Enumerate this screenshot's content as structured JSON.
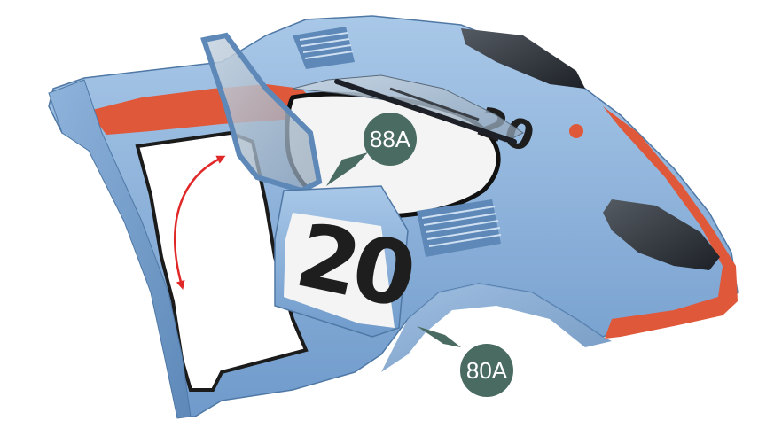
{
  "colors": {
    "body_blue": "#7ea9d6",
    "body_blue_dark": "#5d88b8",
    "body_blue_light": "#a9c8e8",
    "stripe_orange": "#e0583a",
    "callout_fill": "#4a6b62",
    "arrow_red": "#e02828",
    "window_dark": "#2a2f36",
    "roundel_white": "#f4f4f4"
  },
  "callouts": [
    {
      "label": "88A",
      "icon": "arrow-callout"
    },
    {
      "label": "80A",
      "icon": "arrow-callout"
    }
  ],
  "door_number": "20",
  "hood_number": "20",
  "indicator": {
    "icon": "double-headed-curved-arrow"
  }
}
